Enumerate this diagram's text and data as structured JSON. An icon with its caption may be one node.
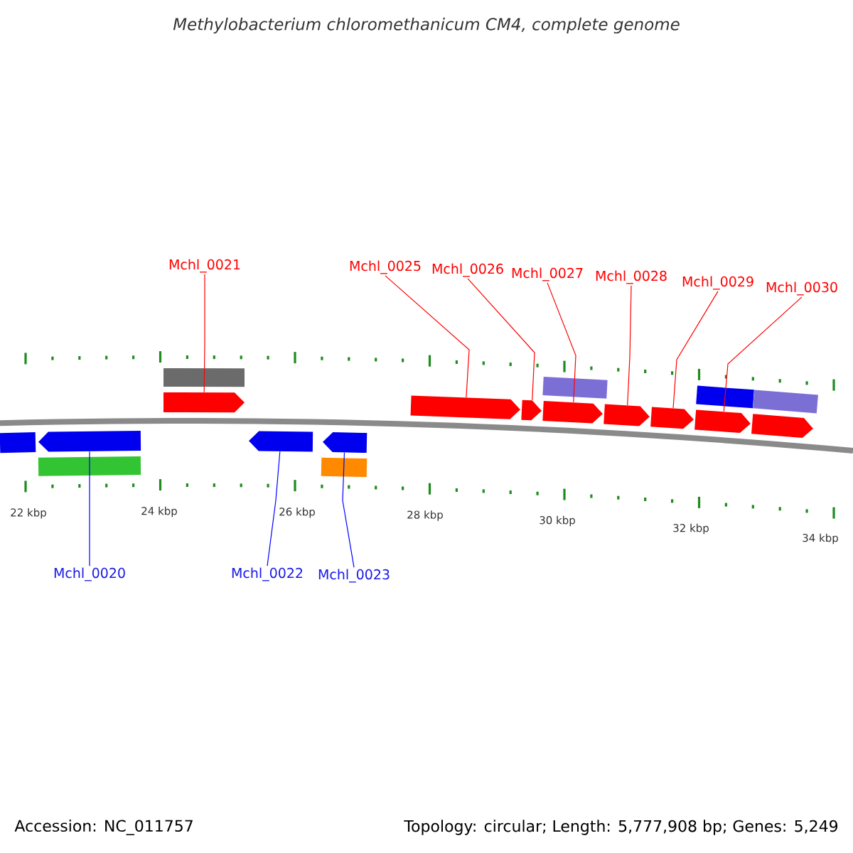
{
  "diagram": {
    "title": "Methylobacterium chloromethanicum CM4, complete genome",
    "nodes": [
      {
        "text": [
          "Mchl_0021"
        ]
      },
      {
        "text": [
          "Mchl_0025"
        ]
      },
      {
        "text": [
          "Mchl_0026"
        ]
      },
      {
        "text": [
          "Mchl_0027"
        ]
      },
      {
        "text": [
          "Mchl_0028"
        ]
      },
      {
        "text": [
          "Mchl_0029"
        ]
      },
      {
        "text": [
          "Mchl_0030"
        ]
      },
      {
        "text": [],
        "shape": "box"
      },
      {
        "text": [],
        "shape": "arrow"
      },
      {
        "text": [],
        "shape": "box"
      },
      {
        "text": [],
        "shape": "box"
      },
      {
        "text": [],
        "shape": "box"
      },
      {
        "text": [],
        "shape": "arrow"
      },
      {
        "text": [],
        "shape": "arrow"
      },
      {
        "text": [],
        "shape": "arrow"
      },
      {
        "text": [],
        "shape": "arrow"
      },
      {
        "text": [],
        "shape": "arrow"
      },
      {
        "text": [],
        "shape": "arrow"
      },
      {
        "text": [],
        "shape": "arrow"
      },
      {
        "text": [],
        "shape": "box"
      },
      {
        "text": [],
        "shape": "arrow"
      },
      {
        "text": [],
        "shape": "box"
      },
      {
        "text": [],
        "shape": "arrow"
      },
      {
        "text": [],
        "shape": "arrow"
      },
      {
        "text": [],
        "shape": "box"
      },
      {
        "text": [
          "Mchl_0020"
        ]
      },
      {
        "text": [
          "Mchl_0022"
        ]
      },
      {
        "text": [
          "Mchl_0023"
        ]
      }
    ],
    "edges": [
      {
        "from": 0,
        "to": 8,
        "arrow": "none"
      },
      {
        "from": 1,
        "to": 12,
        "arrow": "none"
      },
      {
        "from": 2,
        "to": 13,
        "arrow": "none"
      },
      {
        "from": 3,
        "to": 14,
        "arrow": "none"
      },
      {
        "from": 4,
        "to": 15,
        "arrow": "none"
      },
      {
        "from": 5,
        "to": 16,
        "arrow": "none"
      },
      {
        "from": 6,
        "to": 17,
        "arrow": "none"
      },
      {
        "from": 25,
        "to": 20,
        "arrow": "none",
        "color": "#0000ff"
      },
      {
        "from": 26,
        "to": 22,
        "arrow": "none",
        "color": "#0000ff"
      },
      {
        "from": 27,
        "to": 23,
        "arrow": "none",
        "color": "#0000ff"
      }
    ],
    "labels": [
      "22 kbp",
      "24 kbp",
      "26 kbp",
      "28 kbp",
      "30 kbp",
      "32 kbp",
      "34 kbp",
      "Accession: NC_011757",
      "Topology: circular; Length: 5,777,908 bp; Genes: 5,249"
    ]
  }
}
